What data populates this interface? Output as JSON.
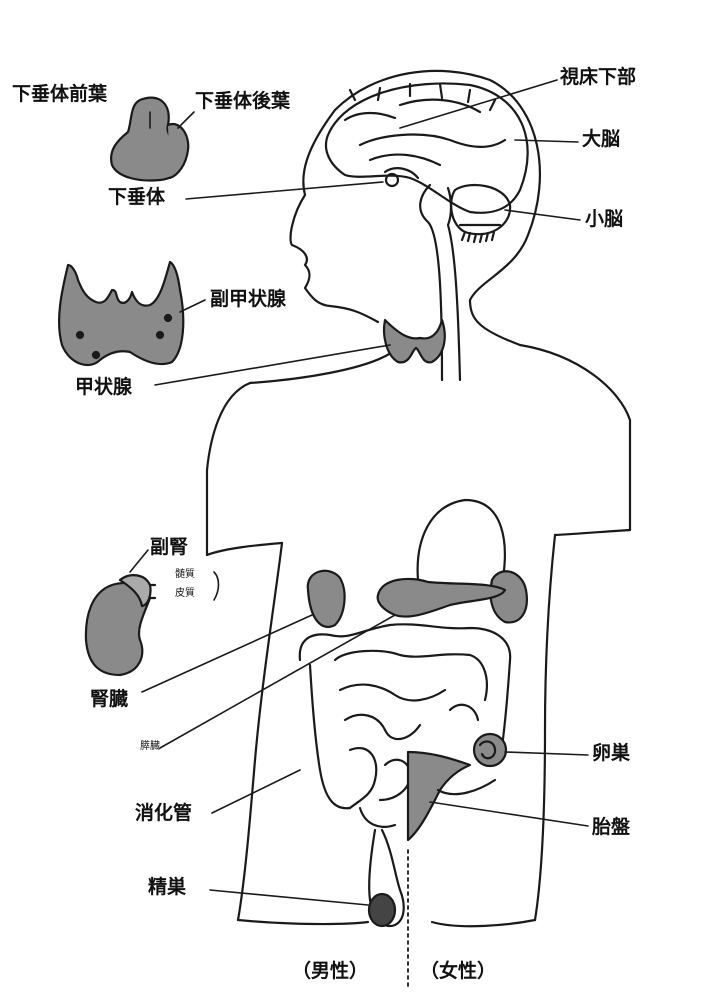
{
  "labels": {
    "pituitary_anterior": "下垂体前葉",
    "pituitary_posterior": "下垂体後葉",
    "pituitary": "下垂体",
    "hypothalamus": "視床下部",
    "cerebrum": "大脳",
    "cerebellum": "小脳",
    "parathyroid": "副甲状腺",
    "thyroid": "甲状腺",
    "adrenal": "副腎",
    "adrenal_medulla": "髄質",
    "adrenal_cortex": "皮質",
    "kidney": "腎臓",
    "pancreas": "膵臓",
    "digestive_tract": "消化管",
    "ovary": "卵巣",
    "placenta": "胎盤",
    "testis": "精巣",
    "male": "（男性）",
    "female": "（女性）"
  },
  "colors": {
    "organ_fill": "#8a8a8a",
    "outline": "#1a1a1a",
    "background": "#ffffff"
  }
}
